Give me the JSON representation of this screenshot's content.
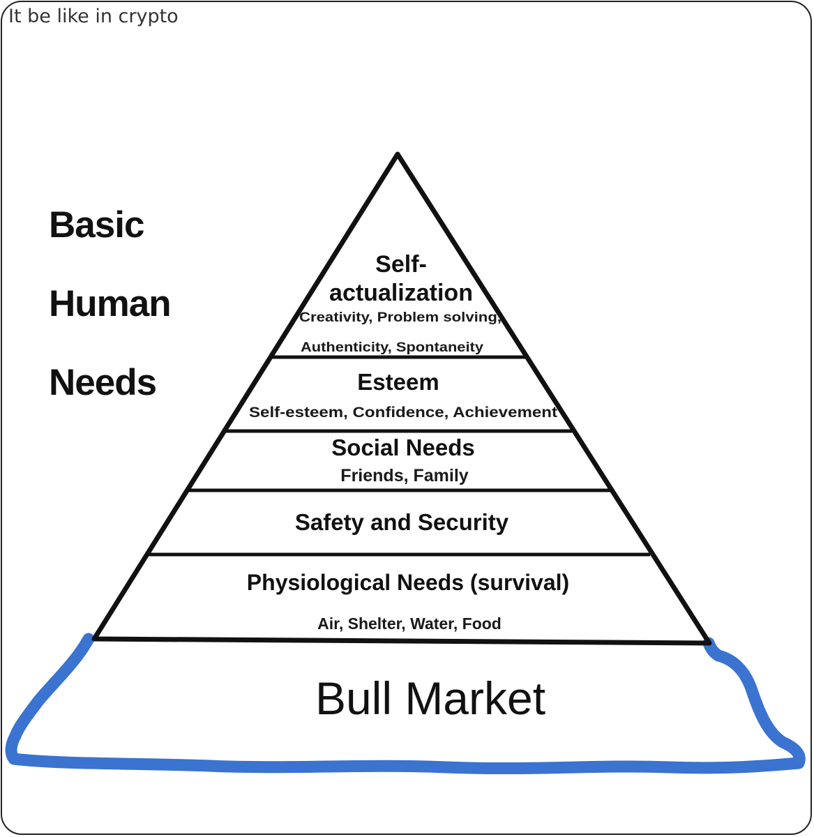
{
  "post": {
    "caption": "It be like in crypto"
  },
  "diagram": {
    "side_title": [
      "Basic",
      "Human",
      "Needs"
    ],
    "levels": [
      {
        "title_lines": [
          "Self-",
          "actualization"
        ],
        "sub_lines": [
          "Creativity, Problem solving,",
          "Authenticity, Spontaneity"
        ]
      },
      {
        "title_lines": [
          "Esteem"
        ],
        "sub_lines": [
          "Self-esteem, Confidence, Achievement"
        ]
      },
      {
        "title_lines": [
          "Social Needs"
        ],
        "sub_lines": [
          "Friends, Family"
        ]
      },
      {
        "title_lines": [
          "Safety and Security"
        ],
        "sub_lines": []
      },
      {
        "title_lines": [
          "Physiological Needs (survival)"
        ],
        "sub_lines": [
          "Air, Shelter, Water, Food"
        ]
      }
    ],
    "base_label": "Bull Market",
    "colors": {
      "outline": "#111111",
      "base_outline": "#3a73d0",
      "background": "#ffffff"
    }
  }
}
